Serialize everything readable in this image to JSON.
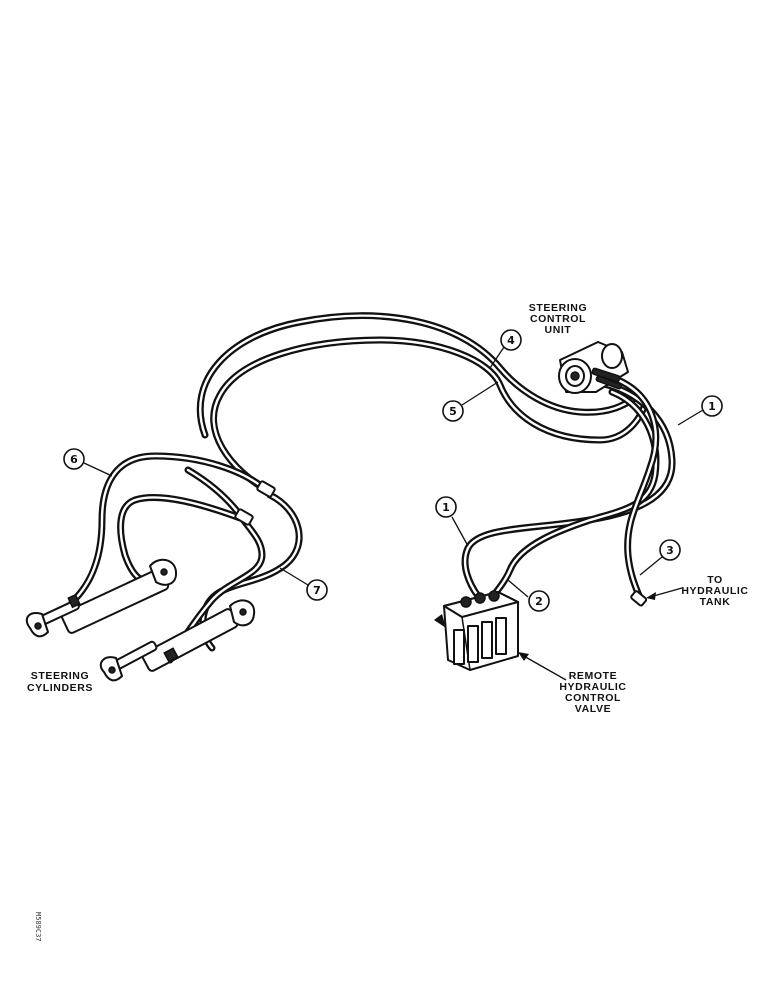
{
  "labels": {
    "steering_control_unit": [
      "STEERING",
      "CONTROL",
      "UNIT"
    ],
    "hydraulic_tank": [
      "TO",
      "HYDRAULIC",
      "TANK"
    ],
    "steering_cylinders": [
      "STEERING",
      "CYLINDERS"
    ],
    "remote_control_valve": [
      "REMOTE",
      "HYDRAULIC",
      "CONTROL",
      "VALVE"
    ]
  },
  "callouts": {
    "c4": "4",
    "c5": "5",
    "c1_upper": "1",
    "c6": "6",
    "c1_lower": "1",
    "c7": "7",
    "c2": "2",
    "c3": "3"
  },
  "figure_code": "M589C37"
}
